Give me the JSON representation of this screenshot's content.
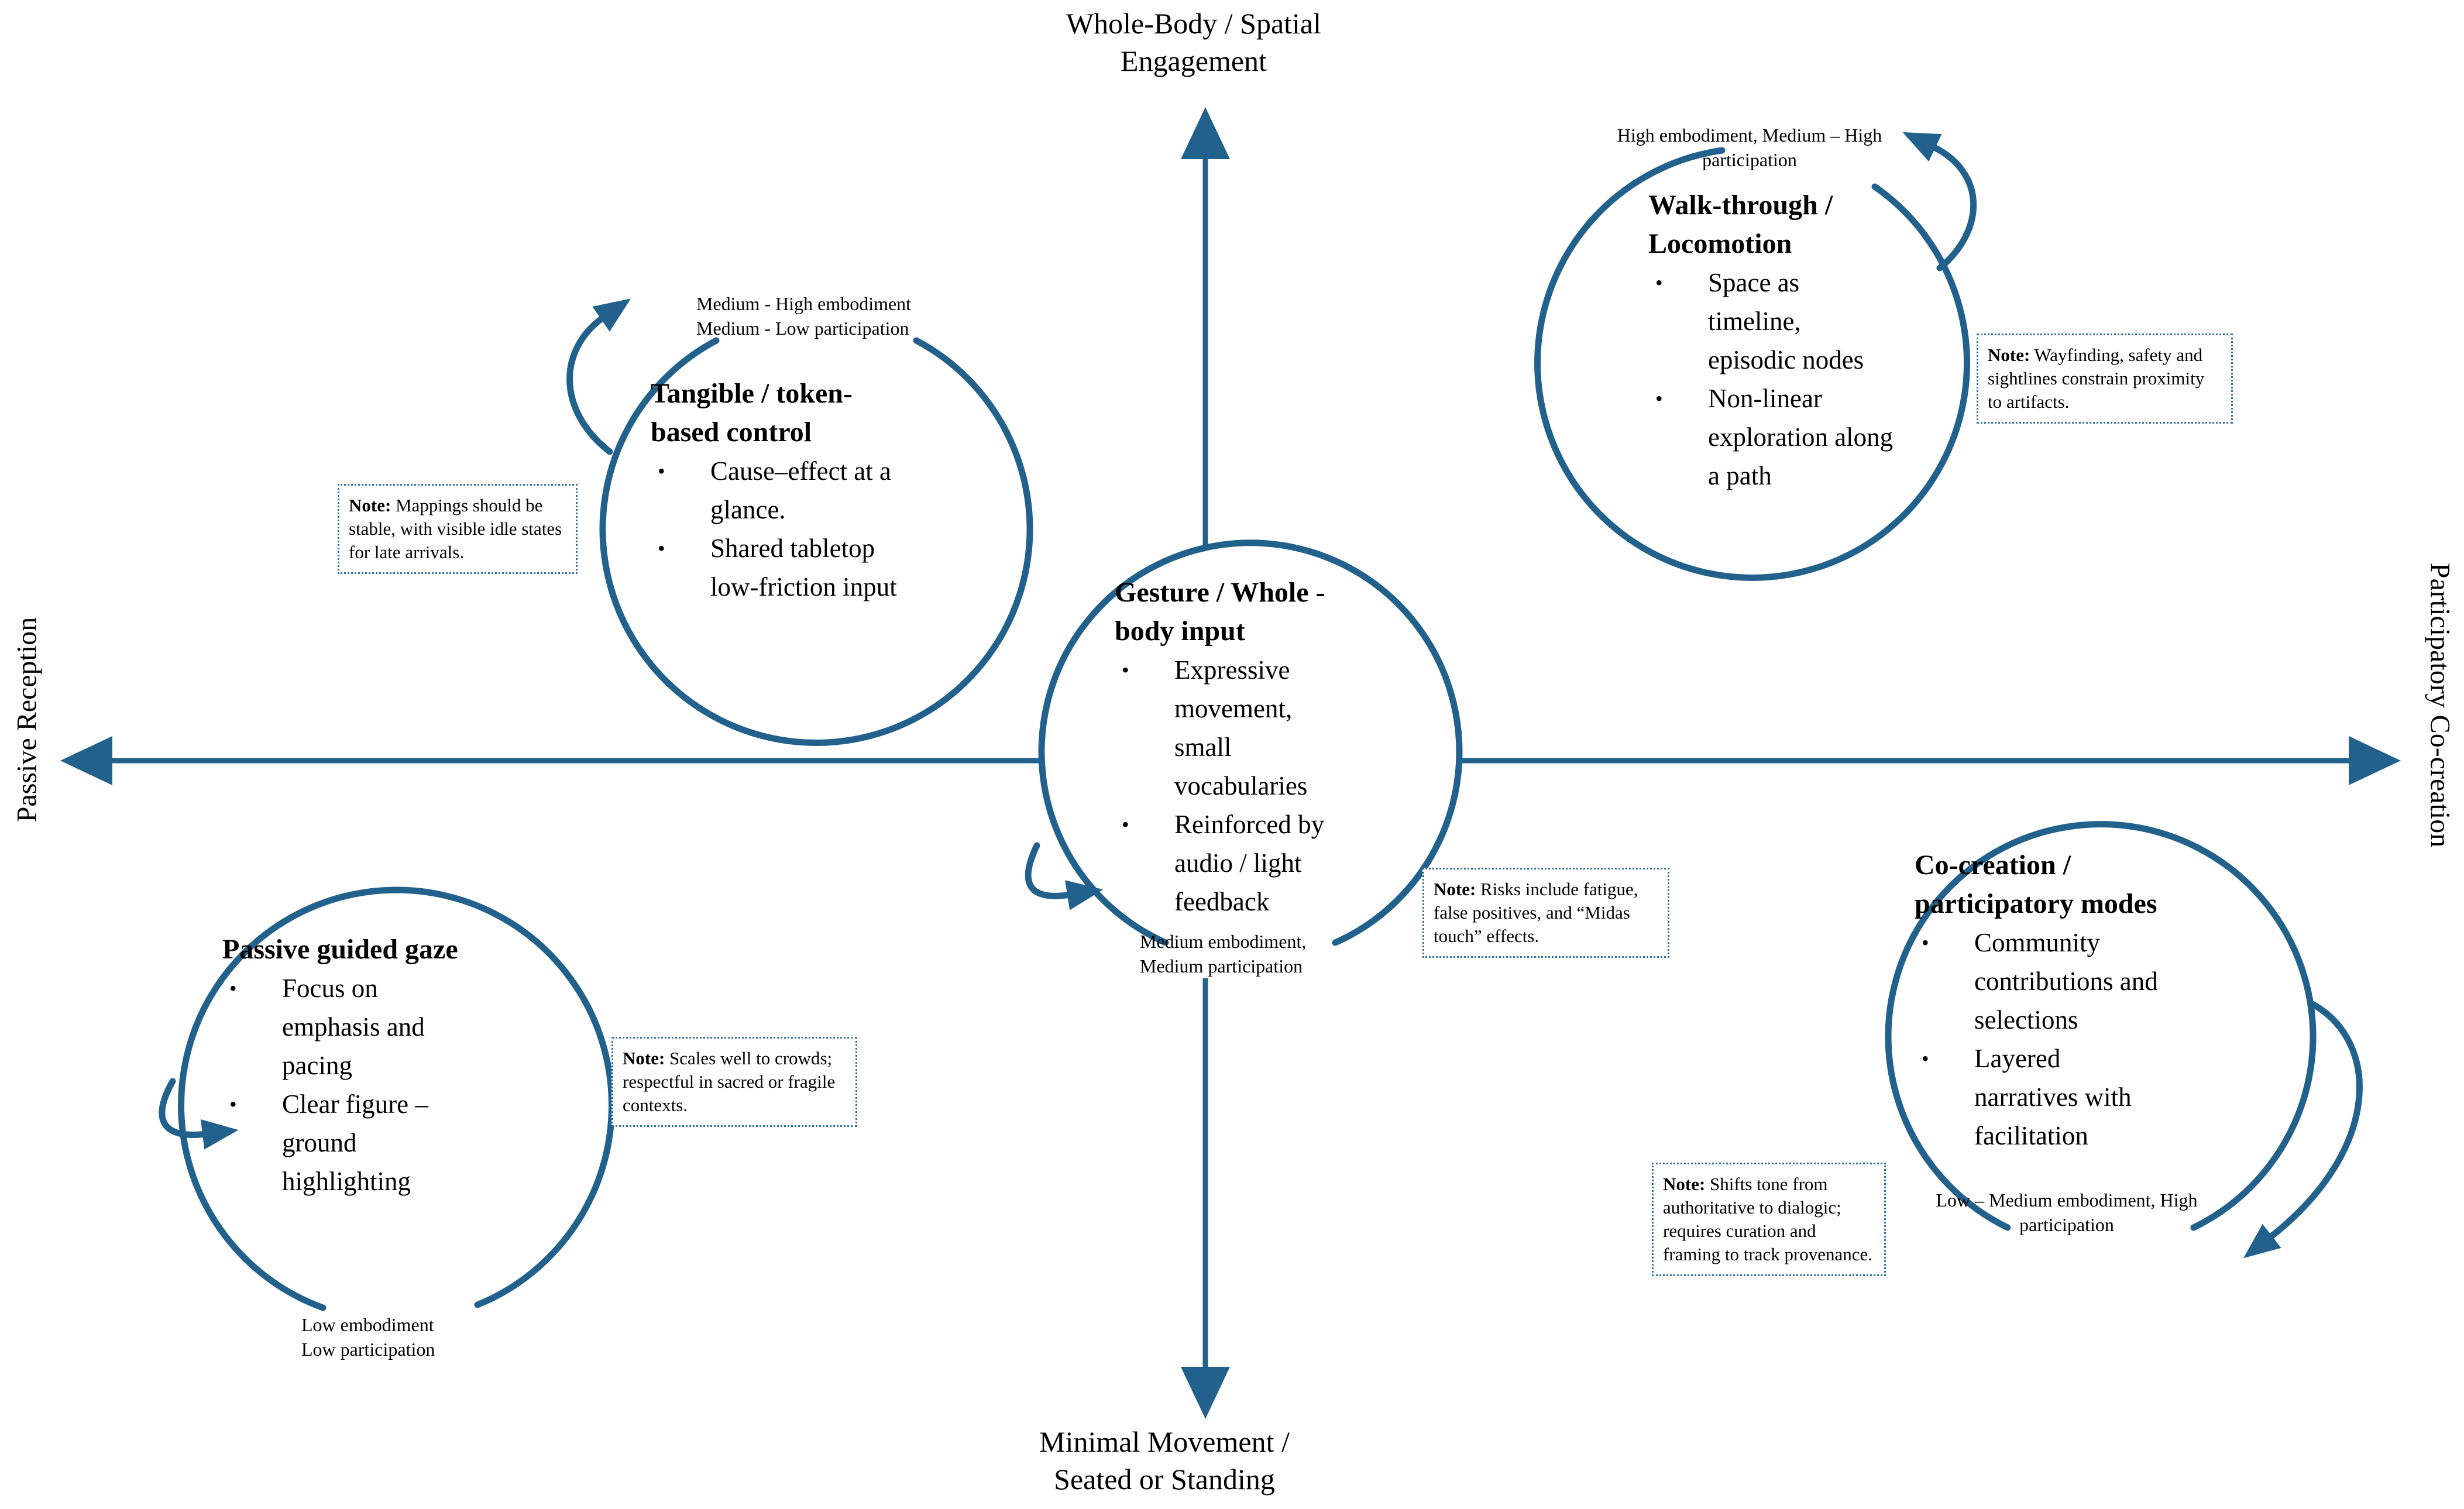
{
  "colors": {
    "accent": "#21618C",
    "note_border": "#2F6F9F",
    "text": "#000000"
  },
  "note_prefix": "Note:",
  "bullet_glyph": "•",
  "axes": {
    "top": {
      "lines": [
        "Whole-Body / Spatial",
        "Engagement"
      ]
    },
    "bottom": {
      "lines": [
        "Minimal Movement /",
        "Seated or Standing"
      ]
    },
    "left": {
      "label": "Passive Reception"
    },
    "right": {
      "label": "Participatory Co-creation"
    }
  },
  "nodes": [
    {
      "id": "tangible-token-control",
      "title": "Tangible / token-based control",
      "bullets": [
        "Cause–effect at a glance.",
        "Shared tabletop low-friction input"
      ],
      "label_lines": [
        "Medium - High embodiment",
        "Medium - Low participation"
      ],
      "note": "Mappings should be stable, with visible idle states for late arrivals."
    },
    {
      "id": "walk-through-locomotion",
      "title": "Walk-through / Locomotion",
      "bullets": [
        "Space as timeline, episodic nodes",
        "Non-linear exploration along a path"
      ],
      "label_lines": [
        "High embodiment, Medium – High",
        "participation"
      ],
      "note": "Wayfinding, safety and sightlines constrain proximity to artifacts."
    },
    {
      "id": "gesture-whole-body-input",
      "title": "Gesture / Whole - body input",
      "bullets": [
        "Expressive movement, small vocabularies",
        "Reinforced by audio / light feedback"
      ],
      "label_lines": [
        "Medium embodiment,",
        "Medium participation"
      ],
      "note": "Risks include fatigue, false positives, and “Midas touch” effects."
    },
    {
      "id": "passive-guided-gaze",
      "title": "Passive guided gaze",
      "bullets": [
        "Focus on emphasis and pacing",
        "Clear figure – ground highlighting"
      ],
      "label_lines": [
        "Low embodiment",
        "Low participation"
      ],
      "note": "Scales well to crowds; respectful in sacred or fragile contexts."
    },
    {
      "id": "co-creation-participatory-modes",
      "title": "Co-creation / participatory modes",
      "bullets": [
        "Community contributions and selections",
        "Layered narratives with facilitation"
      ],
      "label_lines": [
        "Low – Medium embodiment, High",
        "participation"
      ],
      "note": "Shifts tone from authoritative to dialogic; requires curation and framing to track provenance."
    }
  ]
}
